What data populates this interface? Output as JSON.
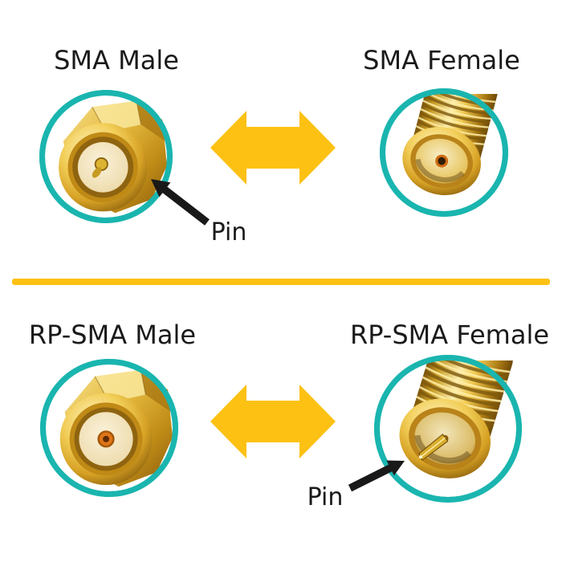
{
  "colors": {
    "background": "#ffffff",
    "teal_ring": "#1ab5af",
    "arrow_yellow": "#fdc113",
    "divider_yellow": "#fdc113",
    "label_text": "#1a1a1a",
    "pin_arrow_black": "#191919",
    "connector_gold": "#d9a42a"
  },
  "top_section": {
    "left": {
      "label": "SMA Male",
      "image": "sma-male-connector-photo"
    },
    "right": {
      "label": "SMA Female",
      "image": "sma-female-connector-photo"
    },
    "arrow_icon": "double-headed-swap-arrow",
    "pin_annotation": {
      "label": "Pin"
    }
  },
  "bottom_section": {
    "left": {
      "label": "RP-SMA Male",
      "image": "rp-sma-male-connector-photo"
    },
    "right": {
      "label": "RP-SMA Female",
      "image": "rp-sma-female-connector-photo"
    },
    "arrow_icon": "double-headed-swap-arrow",
    "pin_annotation": {
      "label": "Pin"
    }
  }
}
